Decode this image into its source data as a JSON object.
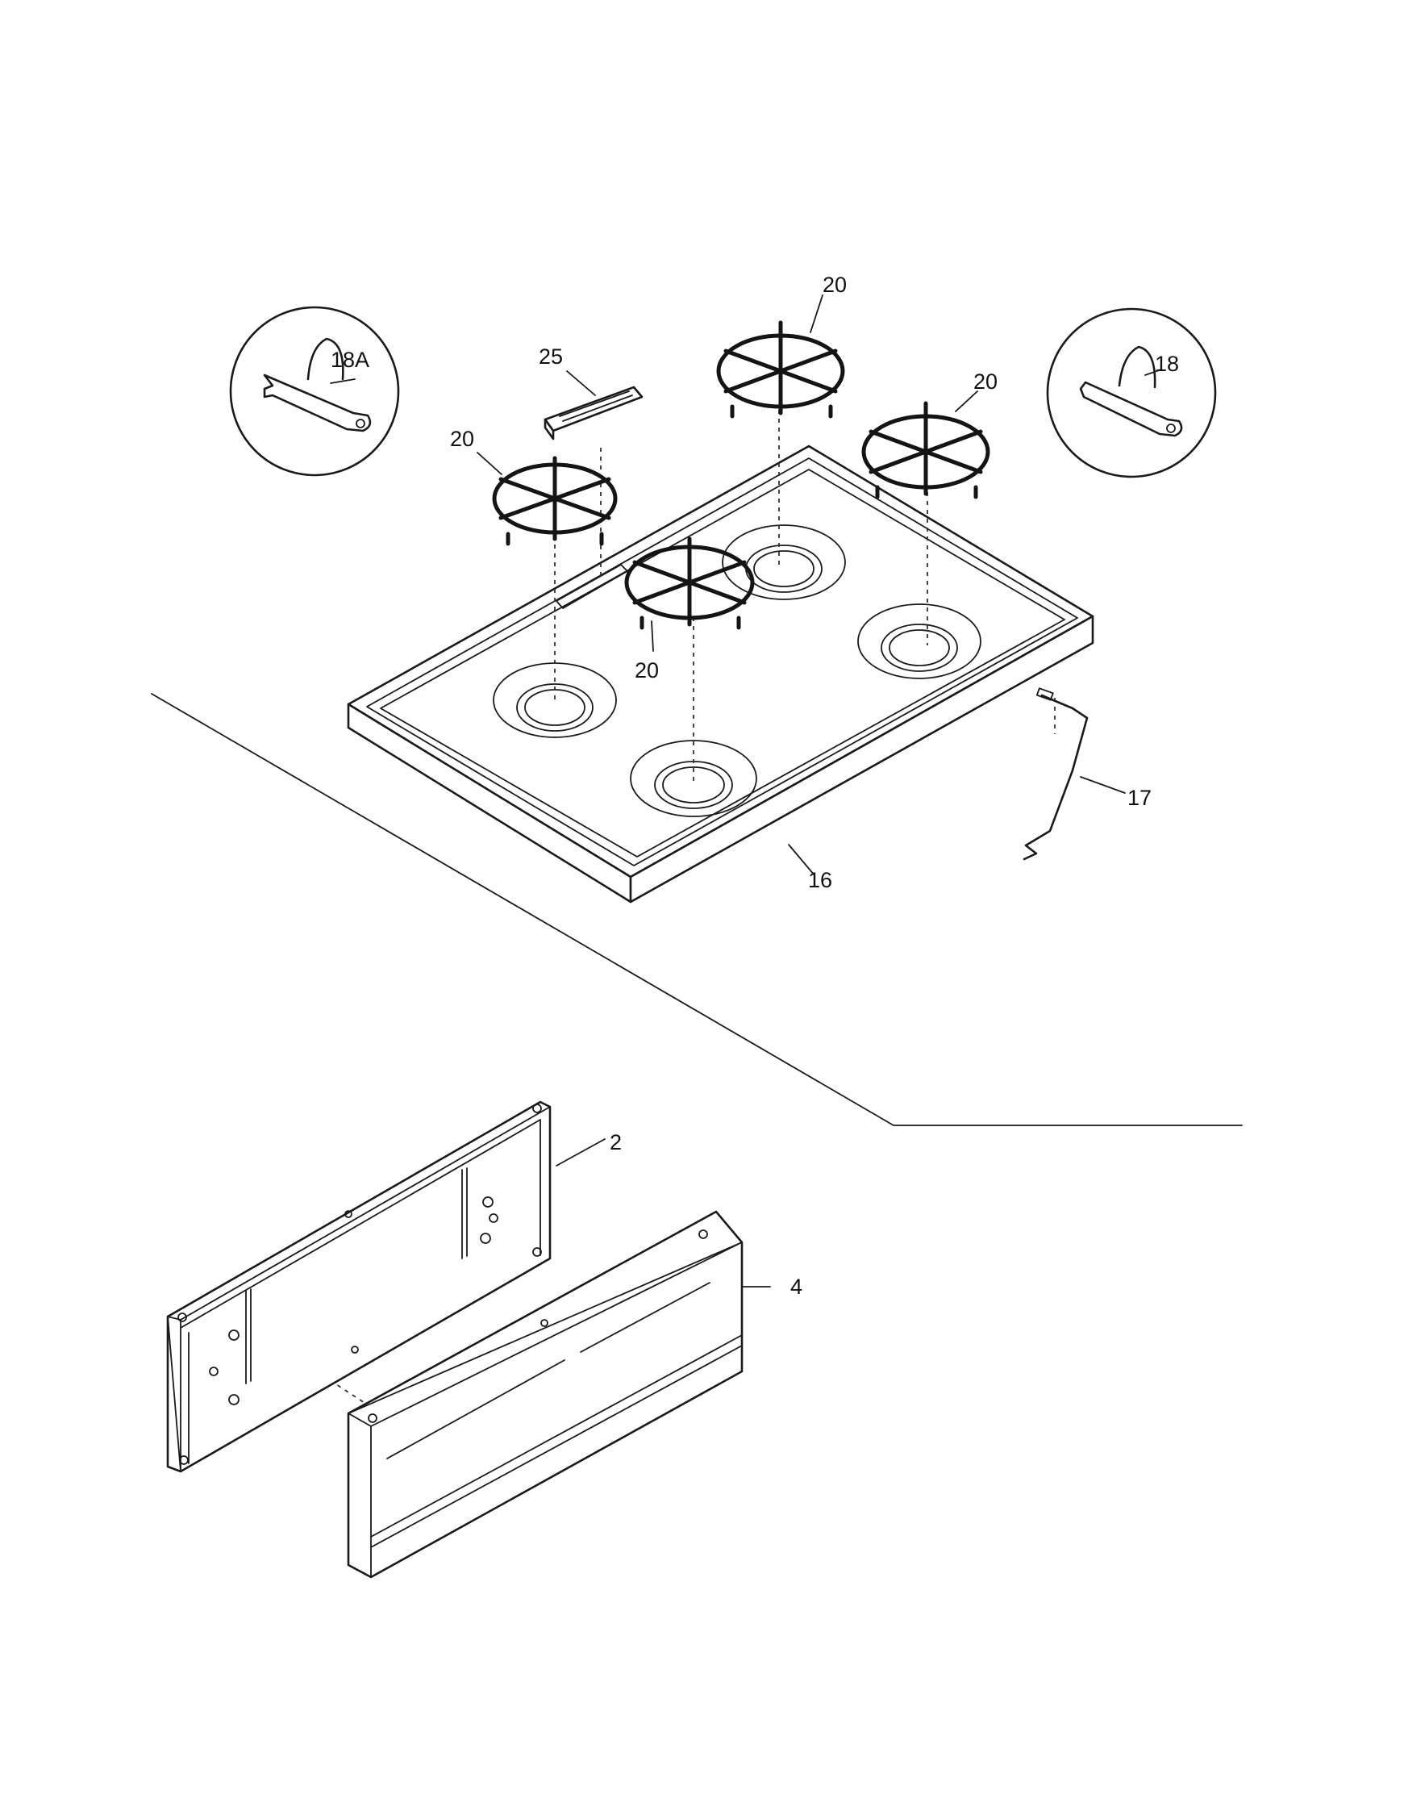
{
  "callouts": {
    "c18a": "18A",
    "c25": "25",
    "c20_top": "20",
    "c20_right": "20",
    "c18": "18",
    "c20_left": "20",
    "c20_center": "20",
    "c17": "17",
    "c16": "16",
    "c2": "2",
    "c4": "4"
  },
  "colors": {
    "line": "#1a1a1a",
    "background": "#ffffff"
  }
}
